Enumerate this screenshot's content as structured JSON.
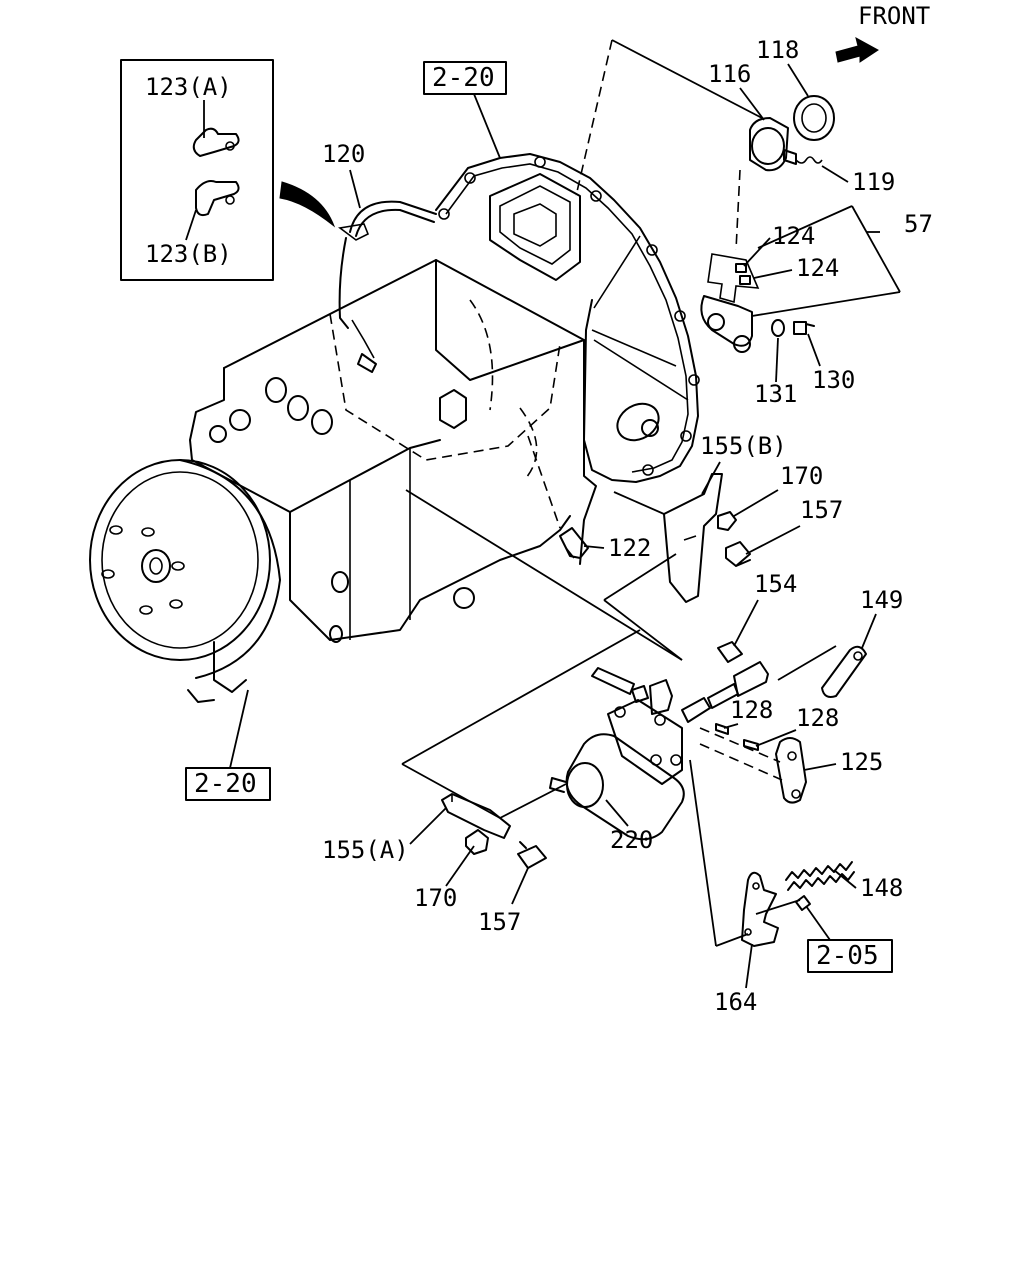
{
  "orientation_label": "FRONT",
  "ref_boxes": {
    "r1": "2-20",
    "r2": "2-20",
    "r3": "2-05"
  },
  "inset": {
    "a": "123(A)",
    "b": "123(B)"
  },
  "callouts": {
    "c118": "118",
    "c116": "116",
    "c119": "119",
    "c120": "120",
    "c124a": "124",
    "c124b": "124",
    "c57": "57",
    "c131": "131",
    "c130": "130",
    "c155b": "155(B)",
    "c170a": "170",
    "c157a": "157",
    "c122": "122",
    "c154": "154",
    "c149": "149",
    "c128a": "128",
    "c128b": "128",
    "c125": "125",
    "c155a": "155(A)",
    "c170b": "170",
    "c157b": "157",
    "c220": "220",
    "c148": "148",
    "c164": "164"
  }
}
